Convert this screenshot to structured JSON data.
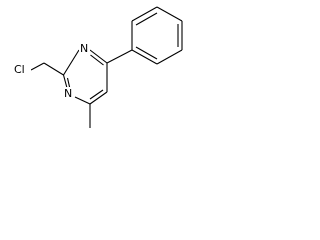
{
  "molecule": {
    "atoms": {
      "chloro": "Cl",
      "n_top": "N",
      "n_bottom": "N"
    },
    "colors": {
      "bond": "#000000",
      "label": "#000000",
      "background": "#ffffff"
    }
  }
}
